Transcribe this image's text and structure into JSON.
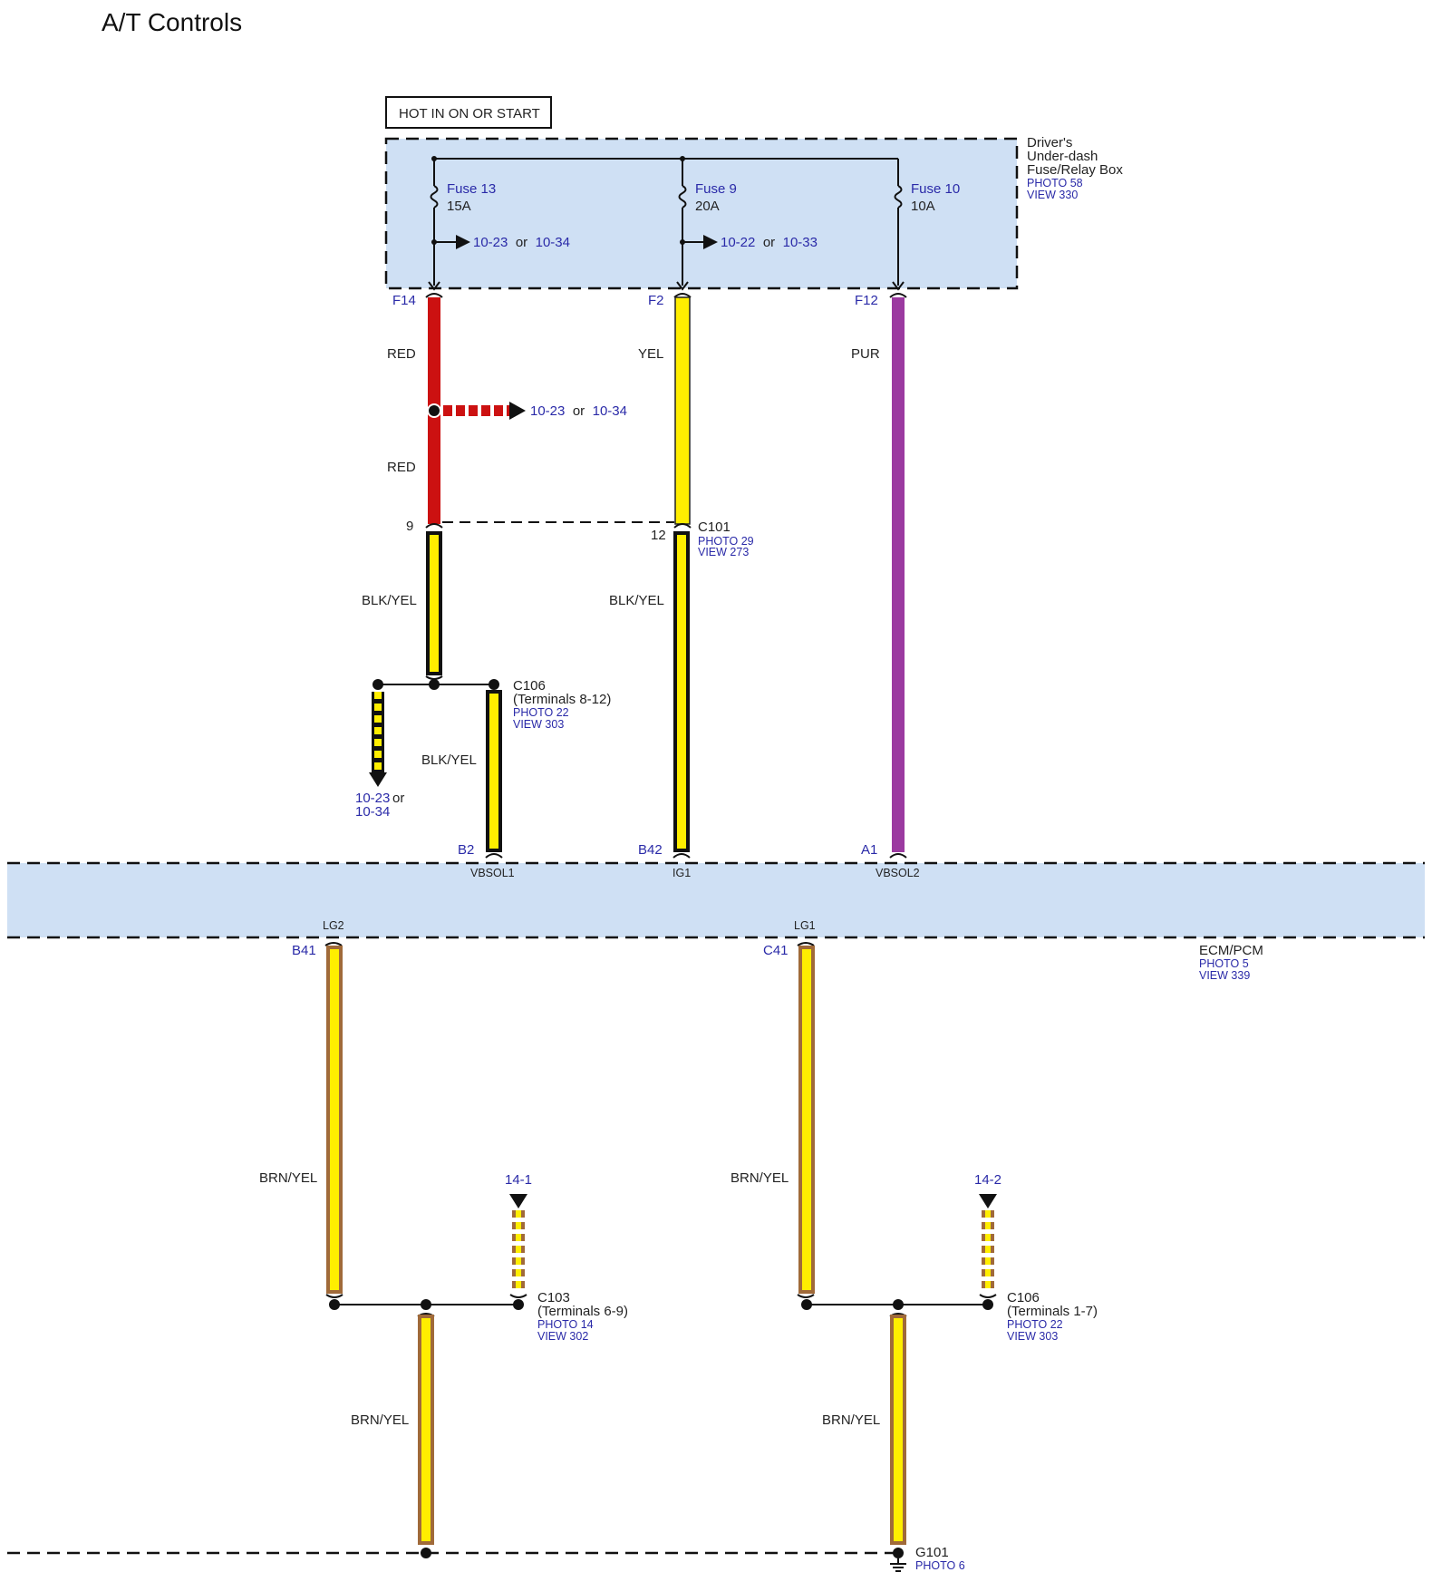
{
  "title": "A/T Controls",
  "hot_label": "HOT IN ON OR START",
  "fuse_box": {
    "line1": "Driver's",
    "line2": "Under-dash",
    "line3": "Fuse/Relay Box",
    "photo": "PHOTO 58",
    "view": "VIEW 330"
  },
  "fuses": [
    {
      "name": "Fuse 13",
      "rating": "15A",
      "ref_a": "10-23",
      "or": "or",
      "ref_b": "10-34"
    },
    {
      "name": "Fuse 9",
      "rating": "20A",
      "ref_a": "10-22",
      "or": "or",
      "ref_b": "10-33"
    },
    {
      "name": "Fuse 10",
      "rating": "10A"
    }
  ],
  "pins": {
    "f14": "F14",
    "f2": "F2",
    "f12": "F12",
    "b2": "B2",
    "b42": "B42",
    "a1": "A1",
    "b41": "B41",
    "c41": "C41",
    "c101_a": "9",
    "c101_b": "12"
  },
  "wires": {
    "red1": "RED",
    "red2": "RED",
    "yel": "YEL",
    "pur": "PUR",
    "blkyel1": "BLK/YEL",
    "blkyel2": "BLK/YEL",
    "blkyel3": "BLK/YEL",
    "brnyel1": "BRN/YEL",
    "brnyel2": "BRN/YEL",
    "brnyel3": "BRN/YEL",
    "brnyel4": "BRN/YEL"
  },
  "red_ref": {
    "a": "10-23",
    "or": "or",
    "b": "10-34"
  },
  "down_ref": {
    "a": "10-23",
    "or": "or",
    "b": "10-34"
  },
  "c101": {
    "name": "C101",
    "photo": "PHOTO 29",
    "view": "VIEW 273"
  },
  "c106_top": {
    "name": "C106",
    "terminals": "(Terminals 8-12)",
    "photo": "PHOTO 22",
    "view": "VIEW 303"
  },
  "ecm": {
    "vbsol1": "VBSOL1",
    "ig1": "IG1",
    "vbsol2": "VBSOL2",
    "lg2": "LG2",
    "lg1": "LG1",
    "name": "ECM/PCM",
    "photo": "PHOTO 5",
    "view": "VIEW 339"
  },
  "ref_14_1": "14-1",
  "ref_14_2": "14-2",
  "c103": {
    "name": "C103",
    "terminals": "(Terminals 6-9)",
    "photo": "PHOTO 14",
    "view": "VIEW 302"
  },
  "c106_bot": {
    "name": "C106",
    "terminals": "(Terminals 1-7)",
    "photo": "PHOTO 22",
    "view": "VIEW 303"
  },
  "g101": {
    "name": "G101",
    "photo": "PHOTO 6"
  },
  "colors": {
    "panel": "#cfe0f4",
    "red": "#cc1111",
    "yellow": "#ffee00",
    "purple": "#9b3aa0",
    "brown": "#a06a3a",
    "blue_text": "#2a2aa8"
  }
}
